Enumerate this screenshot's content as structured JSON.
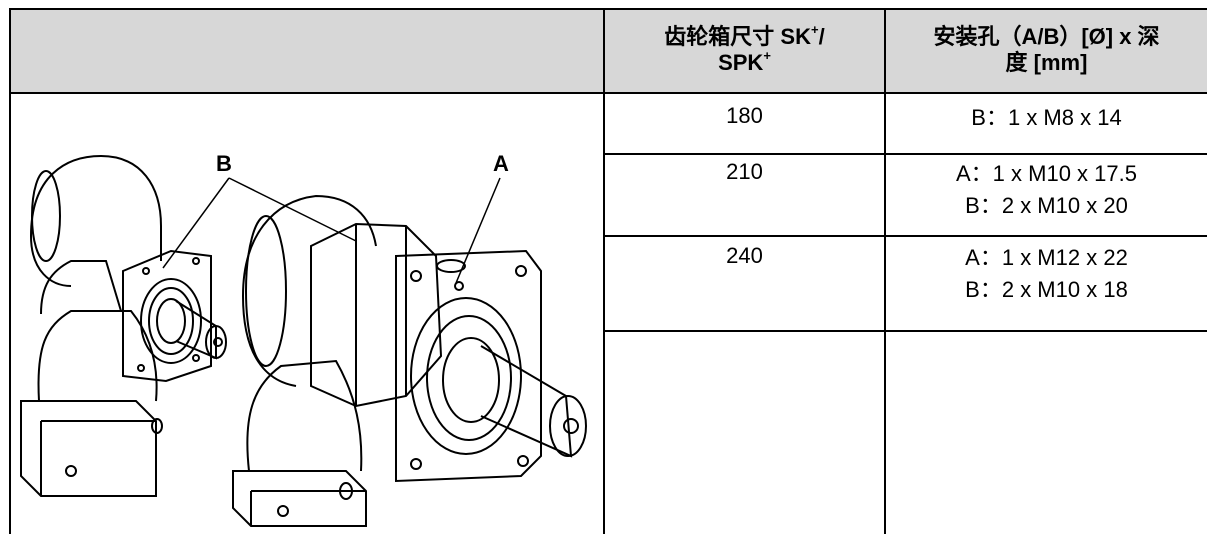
{
  "table": {
    "headers": {
      "col1": "",
      "col2_main": "齿轮箱尺寸 SK",
      "col2_sup1": "+",
      "col2_slash": "/",
      "col2_line2": "SPK",
      "col2_sup2": "+",
      "col3_line1": "安装孔（A/B）[Ø] x 深",
      "col3_line2": "度 [mm]"
    },
    "rows": [
      {
        "size": "180",
        "holes": [
          "B：1 x M8 x 14"
        ]
      },
      {
        "size": "210",
        "holes": [
          "A：1 x M10 x 17.5",
          "B：2 x M10 x 20"
        ]
      },
      {
        "size": "240",
        "holes": [
          "A：1 x M12 x 22",
          "B：2 x M10 x 18"
        ]
      }
    ]
  },
  "figure": {
    "label_b": "B",
    "label_a": "A"
  }
}
